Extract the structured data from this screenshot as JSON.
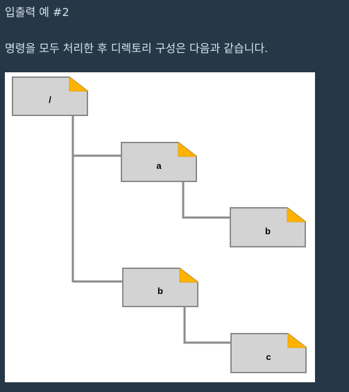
{
  "section": {
    "heading": "입출력 예 #2",
    "description": "명령을 모두 처리한 후 디렉토리 구성은 다음과 같습니다."
  },
  "tree": {
    "nodes": [
      {
        "id": "root",
        "label": "/",
        "parent": null
      },
      {
        "id": "a",
        "label": "a",
        "parent": "root"
      },
      {
        "id": "a-b",
        "label": "b",
        "parent": "a"
      },
      {
        "id": "b",
        "label": "b",
        "parent": "root"
      },
      {
        "id": "b-c",
        "label": "c",
        "parent": "b"
      }
    ],
    "colors": {
      "node_fill": "#d3d3d3",
      "node_stroke": "#8a8a8a",
      "fold_fill": "#ffb300",
      "fold_stroke": "#e6a000",
      "connector": "#8a8a8a"
    }
  }
}
